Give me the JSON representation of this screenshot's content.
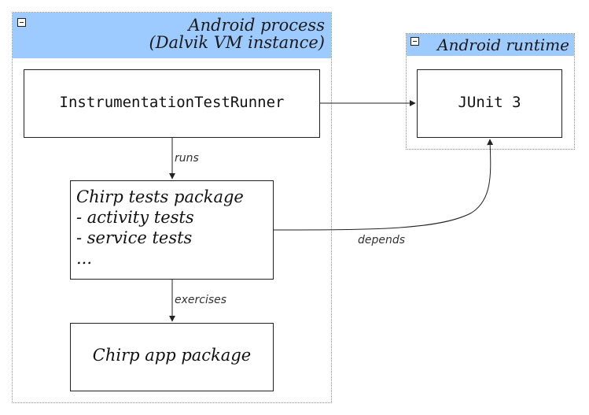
{
  "groups": {
    "process": {
      "title": "Android process\n(Dalvik VM instance)",
      "header_color": "#9ecbff",
      "collapse_icon": "minus-box-icon"
    },
    "runtime": {
      "title": "Android runtime",
      "header_color": "#9ecbff",
      "collapse_icon": "minus-box-icon"
    }
  },
  "nodes": {
    "runner": "InstrumentationTestRunner",
    "junit": "JUnit 3",
    "tests_package": "Chirp tests package\n- activity tests\n- service tests\n...",
    "app_package": "Chirp app package"
  },
  "edges": {
    "runs": "runs",
    "exercises": "exercises",
    "depends": "depends"
  }
}
